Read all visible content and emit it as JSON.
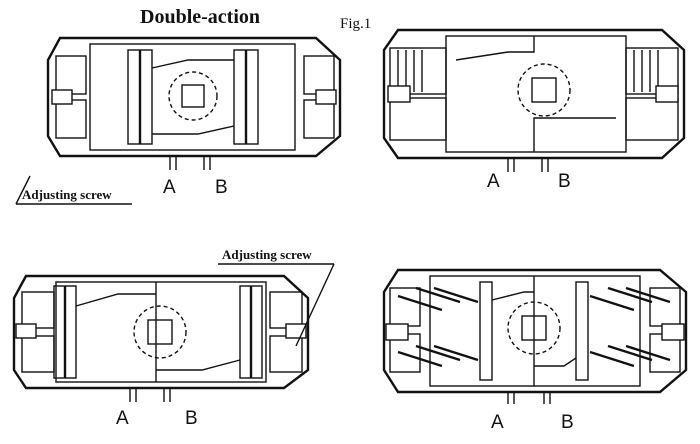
{
  "figure": {
    "title": "Double-action",
    "fig_label": "Fig.1",
    "panels": [
      {
        "id": "top-left",
        "ports": [
          "A",
          "B"
        ],
        "callout": "Adjusting screw",
        "springs": false
      },
      {
        "id": "top-right",
        "ports": [
          "A",
          "B"
        ],
        "springs": false
      },
      {
        "id": "bottom-left",
        "ports": [
          "A",
          "B"
        ],
        "callout": "Adjusting screw",
        "springs": false
      },
      {
        "id": "bottom-right",
        "ports": [
          "A",
          "B"
        ],
        "springs": true
      }
    ]
  },
  "colors": {
    "line": "#111111",
    "background": "#ffffff"
  }
}
